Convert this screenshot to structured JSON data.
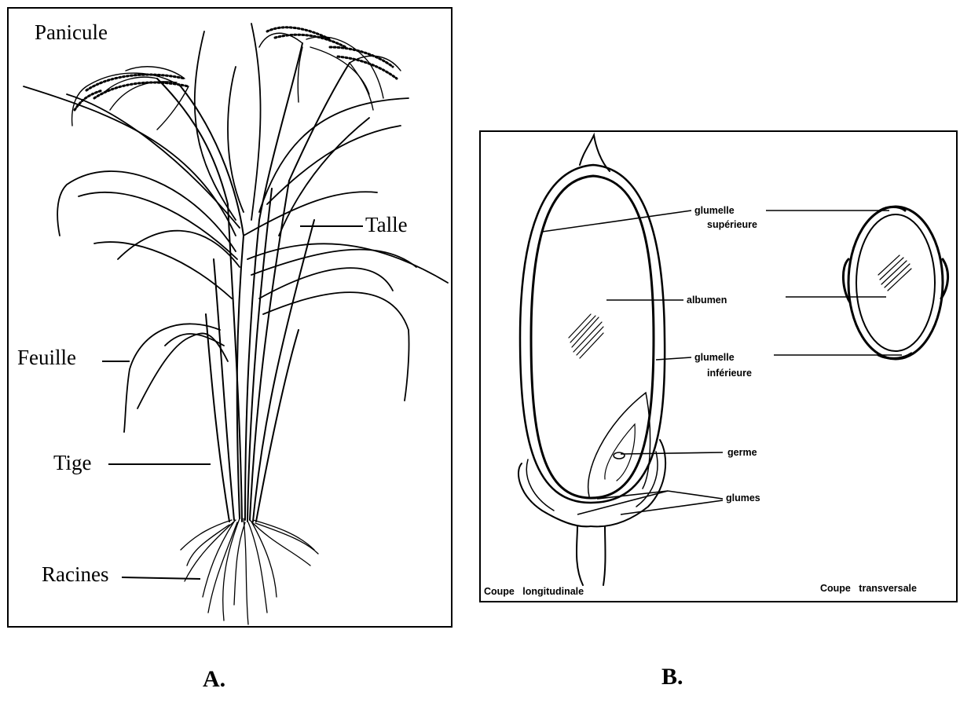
{
  "panel_a": {
    "labels": {
      "panicule": "Panicule",
      "talle": "Talle",
      "feuille": "Feuille",
      "tige": "Tige",
      "racines": "Racines"
    },
    "caption": "A."
  },
  "panel_b": {
    "labels": {
      "glumelle_sup_1": "glumelle",
      "glumelle_sup_2": "supérieure",
      "albumen": "albumen",
      "glumelle_inf_1": "glumelle",
      "glumelle_inf_2": "inférieure",
      "germe": "germe",
      "glumes": "glumes",
      "coupe_long": "Coupe   longitudinale",
      "coupe_trans": "Coupe   transversale"
    },
    "caption": "B."
  }
}
